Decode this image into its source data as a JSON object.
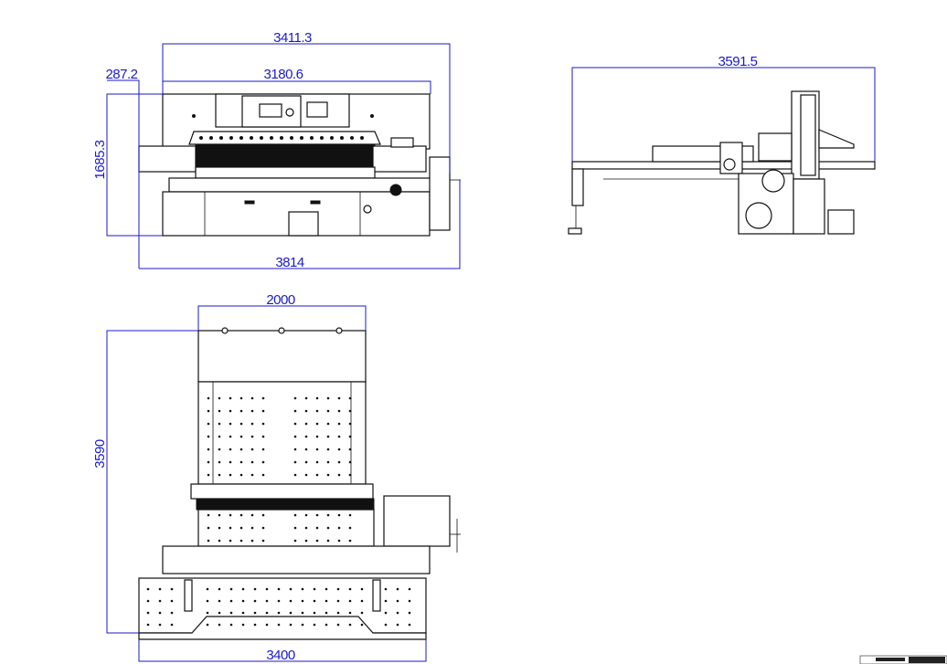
{
  "drawing": {
    "front_view": {
      "overall_width": "3411.3",
      "inner_width": "3180.6",
      "offset": "287.2",
      "height": "1685.3",
      "total_width": "3814"
    },
    "side_view": {
      "length": "3591.5"
    },
    "top_view": {
      "top_width": "2000",
      "depth": "3590",
      "base_width": "3400"
    }
  },
  "colors": {
    "dimension": "#1a1acc",
    "linework": "#111111"
  }
}
